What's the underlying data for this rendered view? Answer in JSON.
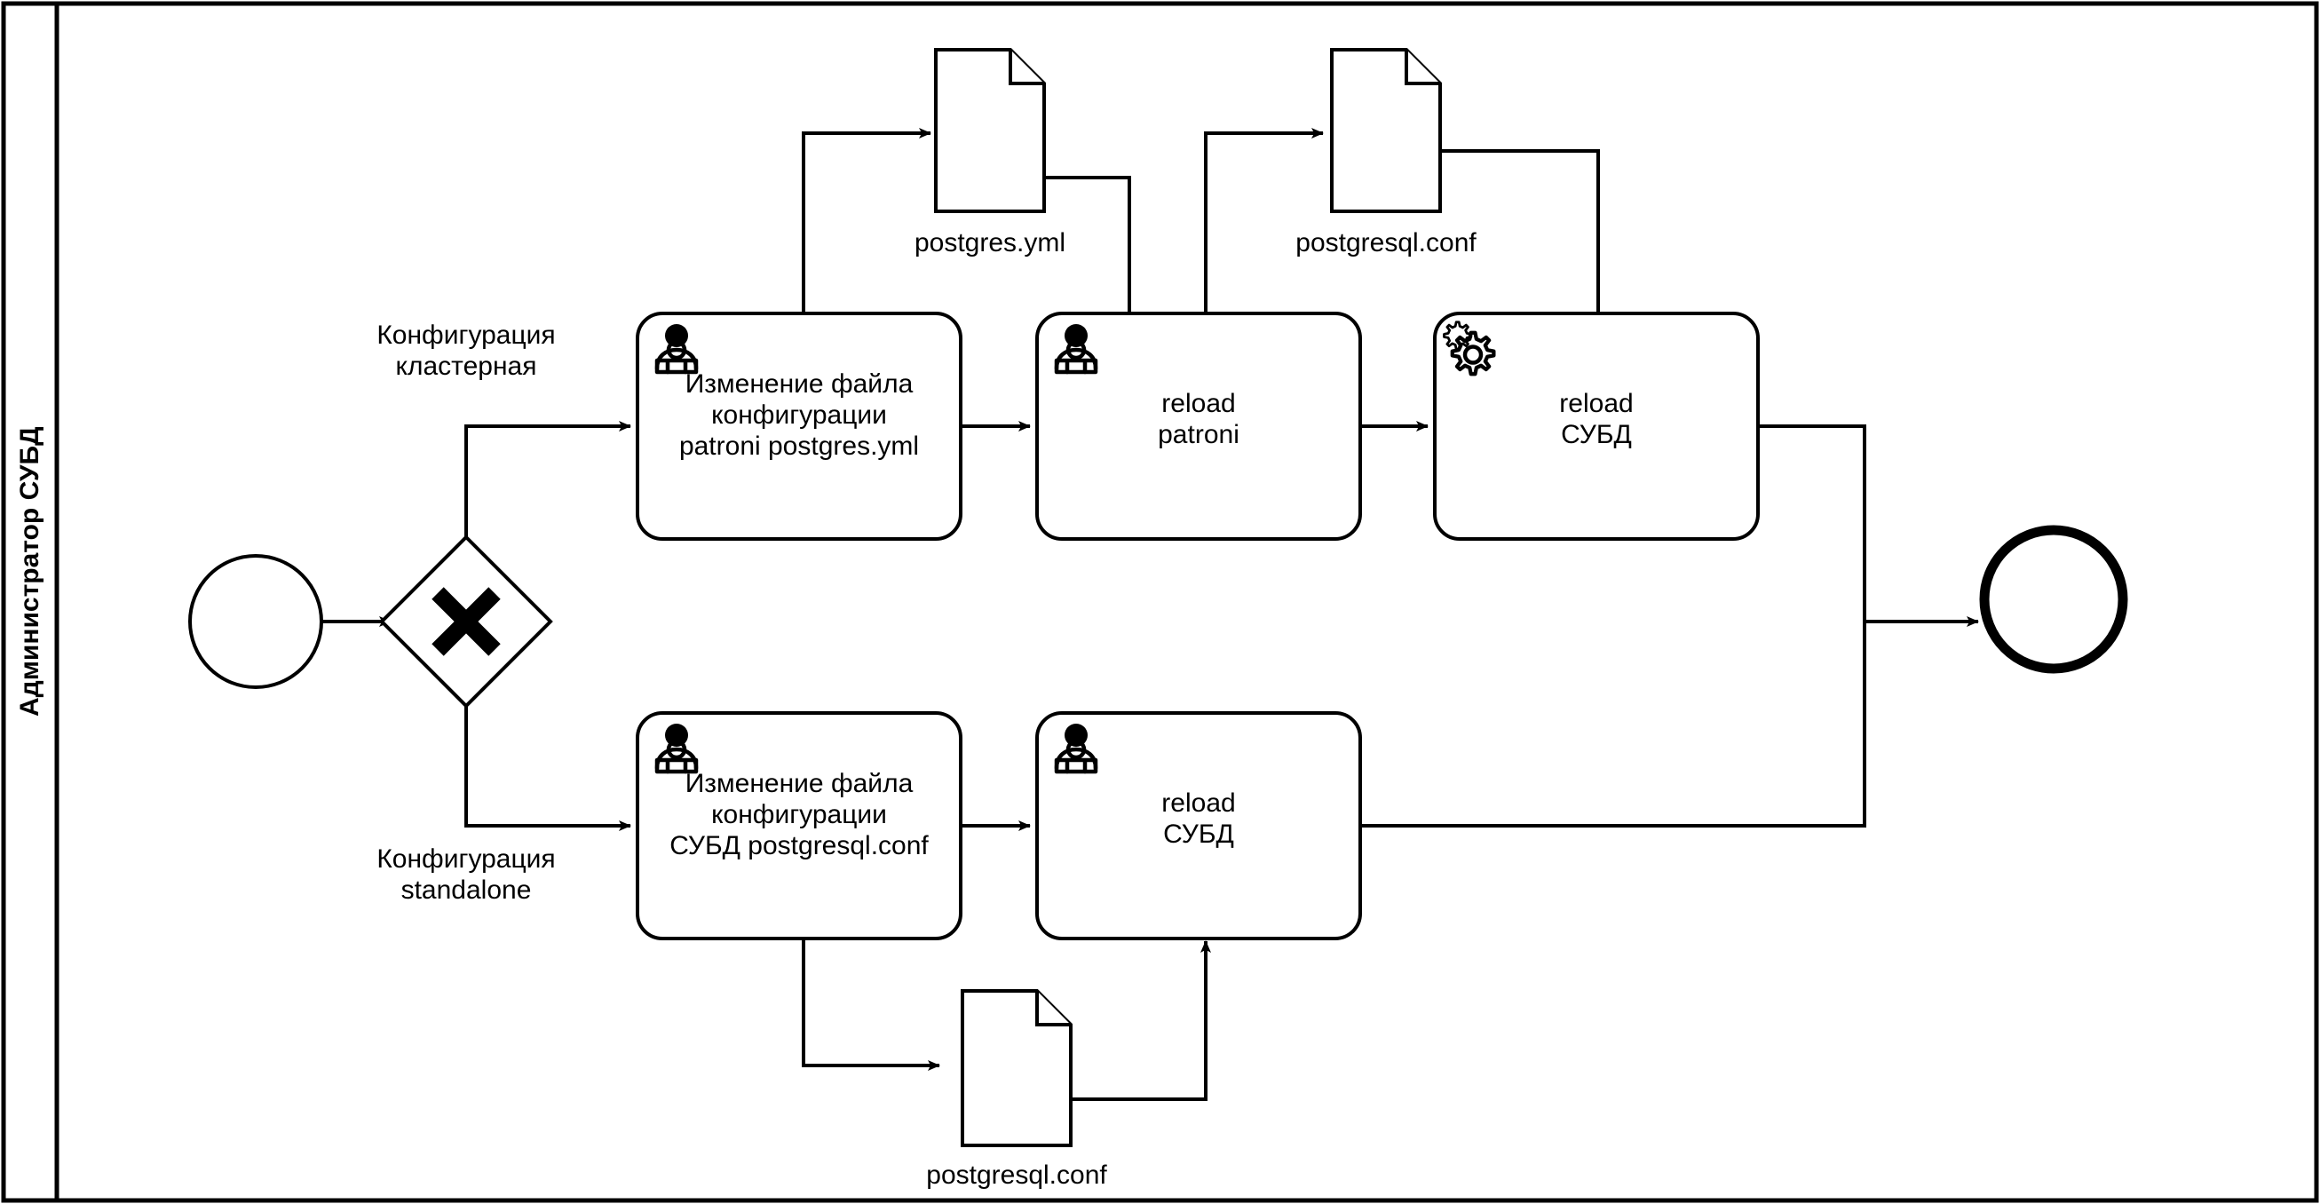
{
  "diagram": {
    "type": "bpmn-process",
    "pool": {
      "lane_title": "Администратор СУБД"
    },
    "events": [
      {
        "id": "start",
        "kind": "start-event",
        "label": ""
      },
      {
        "id": "end",
        "kind": "end-event",
        "label": ""
      }
    ],
    "gateway": {
      "id": "gw1",
      "kind": "exclusive-gateway",
      "marker": "X",
      "label": ""
    },
    "tasks": [
      {
        "id": "task-edit-patroni",
        "icon": "user-task-icon",
        "label": "Изменение файла\nконфигурации\npatroni postgres.yml"
      },
      {
        "id": "task-reload-patroni",
        "icon": "user-task-icon",
        "label": "reload\npatroni"
      },
      {
        "id": "task-reload-dbms-top",
        "icon": "service-task-gear-icon",
        "label": "reload\nСУБД"
      },
      {
        "id": "task-edit-postgresql-conf",
        "icon": "user-task-icon",
        "label": "Изменение файла\nконфигурации\nСУБД postgresql.conf"
      },
      {
        "id": "task-reload-dbms-bottom",
        "icon": "user-task-icon",
        "label": "reload\nСУБД"
      }
    ],
    "data_objects": [
      {
        "id": "doc-postgres-yml",
        "label": "postgres.yml"
      },
      {
        "id": "doc-postgresql-conf-top",
        "label": "postgresql.conf"
      },
      {
        "id": "doc-postgresql-conf-bottom",
        "label": "postgresql.conf"
      }
    ],
    "flow_labels": [
      {
        "id": "flow-cluster",
        "label": "Конфигурация\nкластерная"
      },
      {
        "id": "flow-standalone",
        "label": "Конфигурация\nstandalone"
      }
    ],
    "colors": {
      "stroke": "#000000",
      "fill": "#ffffff",
      "background": "#ffffff"
    }
  }
}
